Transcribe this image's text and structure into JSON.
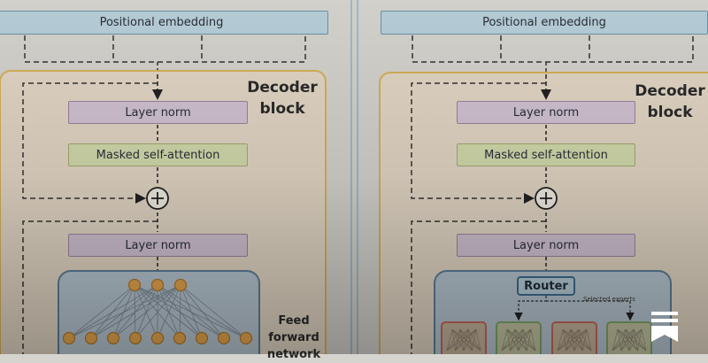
{
  "left_panel": {
    "positional_embedding": "Positional embedding",
    "block_title_line1": "Decoder",
    "block_title_line2": "block",
    "layer_norm_1": "Layer norm",
    "masked_self_attention": "Masked self-attention",
    "layer_norm_2": "Layer norm",
    "ffn_line1": "Feed",
    "ffn_line2": "forward",
    "ffn_line3": "network"
  },
  "right_panel": {
    "positional_embedding": "Positional embedding",
    "block_title_line1": "Decoder",
    "block_title_line2": "block",
    "layer_norm_1": "Layer norm",
    "masked_self_attention": "Masked self-attention",
    "layer_norm_2": "Layer norm",
    "router": "Router",
    "selected_experts": "Selected experts"
  },
  "colors": {
    "background": "#d6d4ce",
    "block_fill": "#e4d8c6",
    "block_border": "#d8b25a",
    "ffn_fill": "#b9c8d3",
    "ffn_border": "#5d7f99",
    "node_fill": "#e8a94e",
    "expert_red": "#c9675a",
    "expert_green": "#7fa86a"
  },
  "icons": {
    "add": "plus-circle-icon",
    "bookmark": "bookmark-icon"
  }
}
